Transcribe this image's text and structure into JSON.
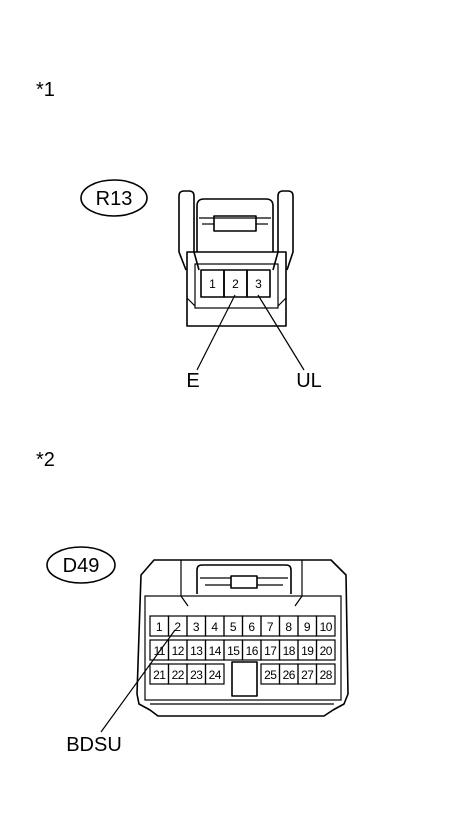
{
  "figure1": {
    "marker": "*1",
    "connector_code": "R13",
    "pins": [
      "1",
      "2",
      "3"
    ],
    "callouts": [
      "E",
      "UL"
    ]
  },
  "figure2": {
    "marker": "*2",
    "connector_code": "D49",
    "pins_row1": [
      "1",
      "2",
      "3",
      "4",
      "5",
      "6",
      "7",
      "8",
      "9",
      "10"
    ],
    "pins_row2": [
      "11",
      "12",
      "13",
      "14",
      "15",
      "16",
      "17",
      "18",
      "19",
      "20"
    ],
    "pins_row3_left": [
      "21",
      "22",
      "23",
      "24"
    ],
    "pins_row3_right": [
      "25",
      "26",
      "27",
      "28"
    ],
    "callouts": [
      "BDSU"
    ]
  }
}
